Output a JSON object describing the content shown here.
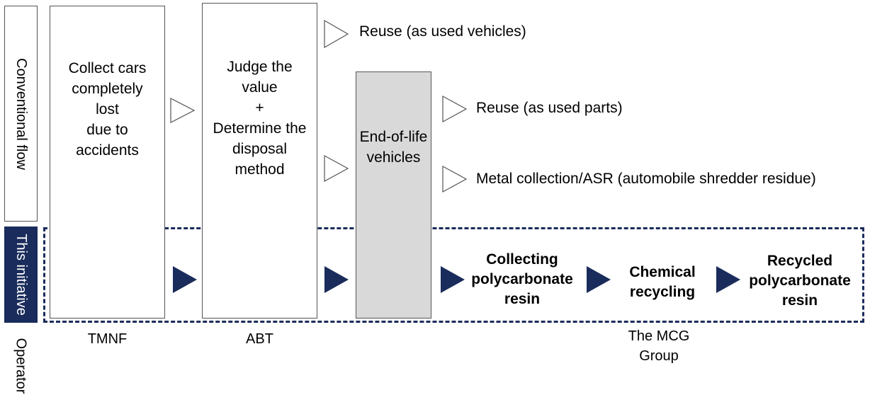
{
  "rows": {
    "conventional": "Conventional flow",
    "initiative": "This\ninitiative",
    "operator": "Operator"
  },
  "boxes": {
    "collect": "Collect cars\ncompletely\nlost\ndue to\naccidents",
    "judge": "Judge the\nvalue\n+\nDetermine the\ndisposal\nmethod",
    "eol": "End-of-life\nvehicles"
  },
  "conventional_outputs": {
    "reuse_vehicles": "Reuse (as used vehicles)",
    "reuse_parts": "Reuse (as used parts)",
    "metal": "Metal collection/ASR (automobile shredder residue)"
  },
  "initiative_steps": {
    "collecting": "Collecting\npolycarbonate\nresin",
    "chemical": "Chemical\nrecycling",
    "recycled": "Recycled\npolycarbonate\nresin"
  },
  "operators": {
    "tmnf": "TMNF",
    "abt": "ABT",
    "mcg": "The MCG\nGroup"
  },
  "colors": {
    "navy": "#1a2c5b",
    "eol_fill": "#d9d9d9",
    "border": "#555555"
  }
}
